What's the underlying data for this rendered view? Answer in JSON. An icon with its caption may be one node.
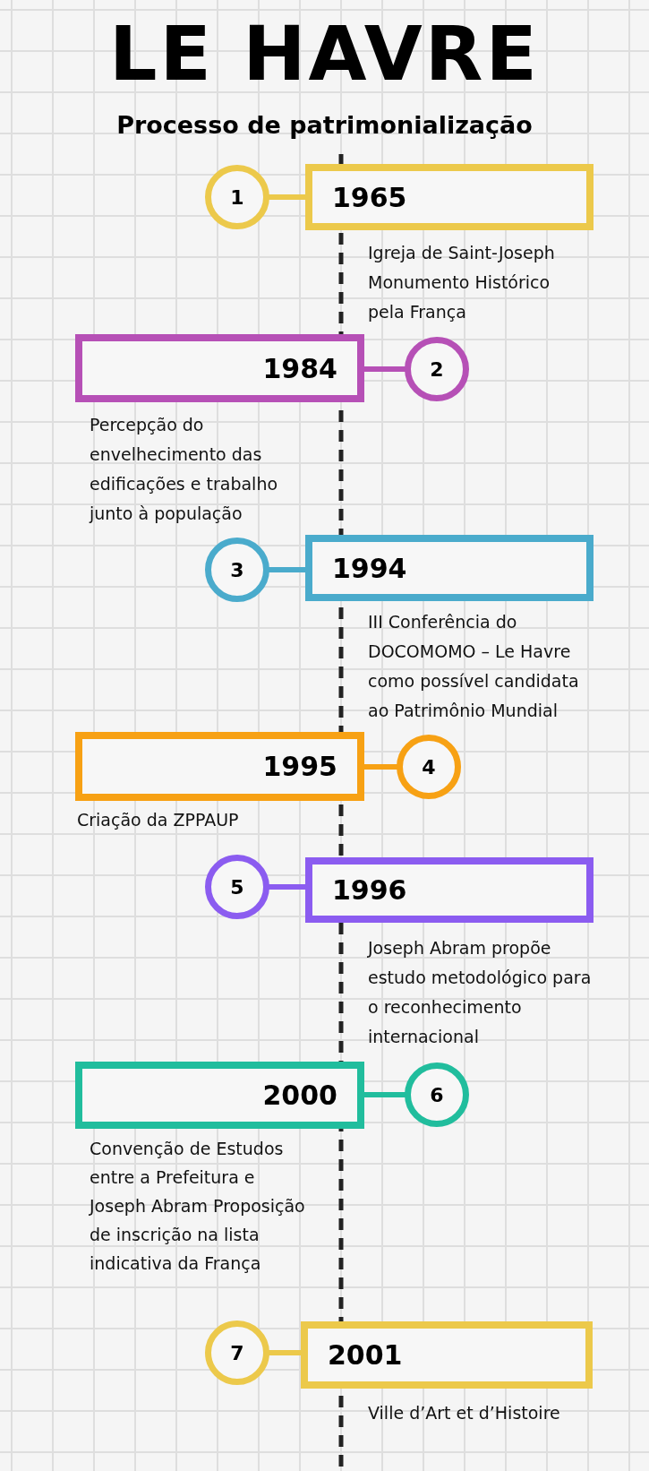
{
  "diagram": {
    "title": "LE HAVRE",
    "nodes": [
      {
        "text": [
          "1"
        ]
      },
      {
        "text": [
          "1965"
        ],
        "beside": [
          "Igreja de Saint-Joseph",
          "Monumento Histórico pela França"
        ]
      },
      {
        "text": [
          "1984"
        ],
        "beside": [
          "Percepção do envelhecimento das edificações e trabalho junto à população"
        ]
      },
      {
        "text": [
          "2"
        ]
      },
      {
        "text": [
          "3"
        ]
      },
      {
        "text": [
          "1994"
        ],
        "beside": [
          "III Conferência do DOCOMOMO – Le Havre como possível candidata ao Patrimônio Mundial"
        ]
      },
      {
        "text": [
          "1995"
        ],
        "beside": [
          "Criação da ZPPAUP"
        ]
      },
      {
        "text": [
          "4"
        ]
      },
      {
        "text": [
          "5"
        ]
      },
      {
        "text": [
          "1996"
        ],
        "beside": [
          "Joseph Abram propõe estudo metodológico para o reconhecimento internacional"
        ]
      },
      {
        "text": [
          "2000"
        ],
        "beside": [
          "Convenção de Estudos entre a Prefeitura e Joseph Abram Proposição de inscrição na lista indicativa da França"
        ]
      },
      {
        "text": [
          "6"
        ]
      },
      {
        "text": [
          "7"
        ]
      },
      {
        "text": [
          "2001"
        ],
        "beside": [
          "Ville d’Art et d’Histoire"
        ]
      }
    ],
    "edges": [
      {
        "from": 0,
        "to": 1,
        "arrow": "none",
        "color": "#ecc94b"
      },
      {
        "from": 2,
        "to": 3,
        "arrow": "none",
        "color": "#b650b6"
      },
      {
        "from": 4,
        "to": 5,
        "arrow": "none",
        "color": "#4aabcc"
      },
      {
        "from": 6,
        "to": 7,
        "arrow": "none",
        "color": "#f7a114"
      },
      {
        "from": 8,
        "to": 9,
        "arrow": "none",
        "color": "#8b5cf0"
      },
      {
        "from": 10,
        "to": 11,
        "arrow": "none",
        "color": "#21bd9d"
      },
      {
        "from": 12,
        "to": 13,
        "arrow": "none",
        "color": "#ecc94b"
      }
    ],
    "labels": [
      "Processo de patrimonialização"
    ]
  }
}
